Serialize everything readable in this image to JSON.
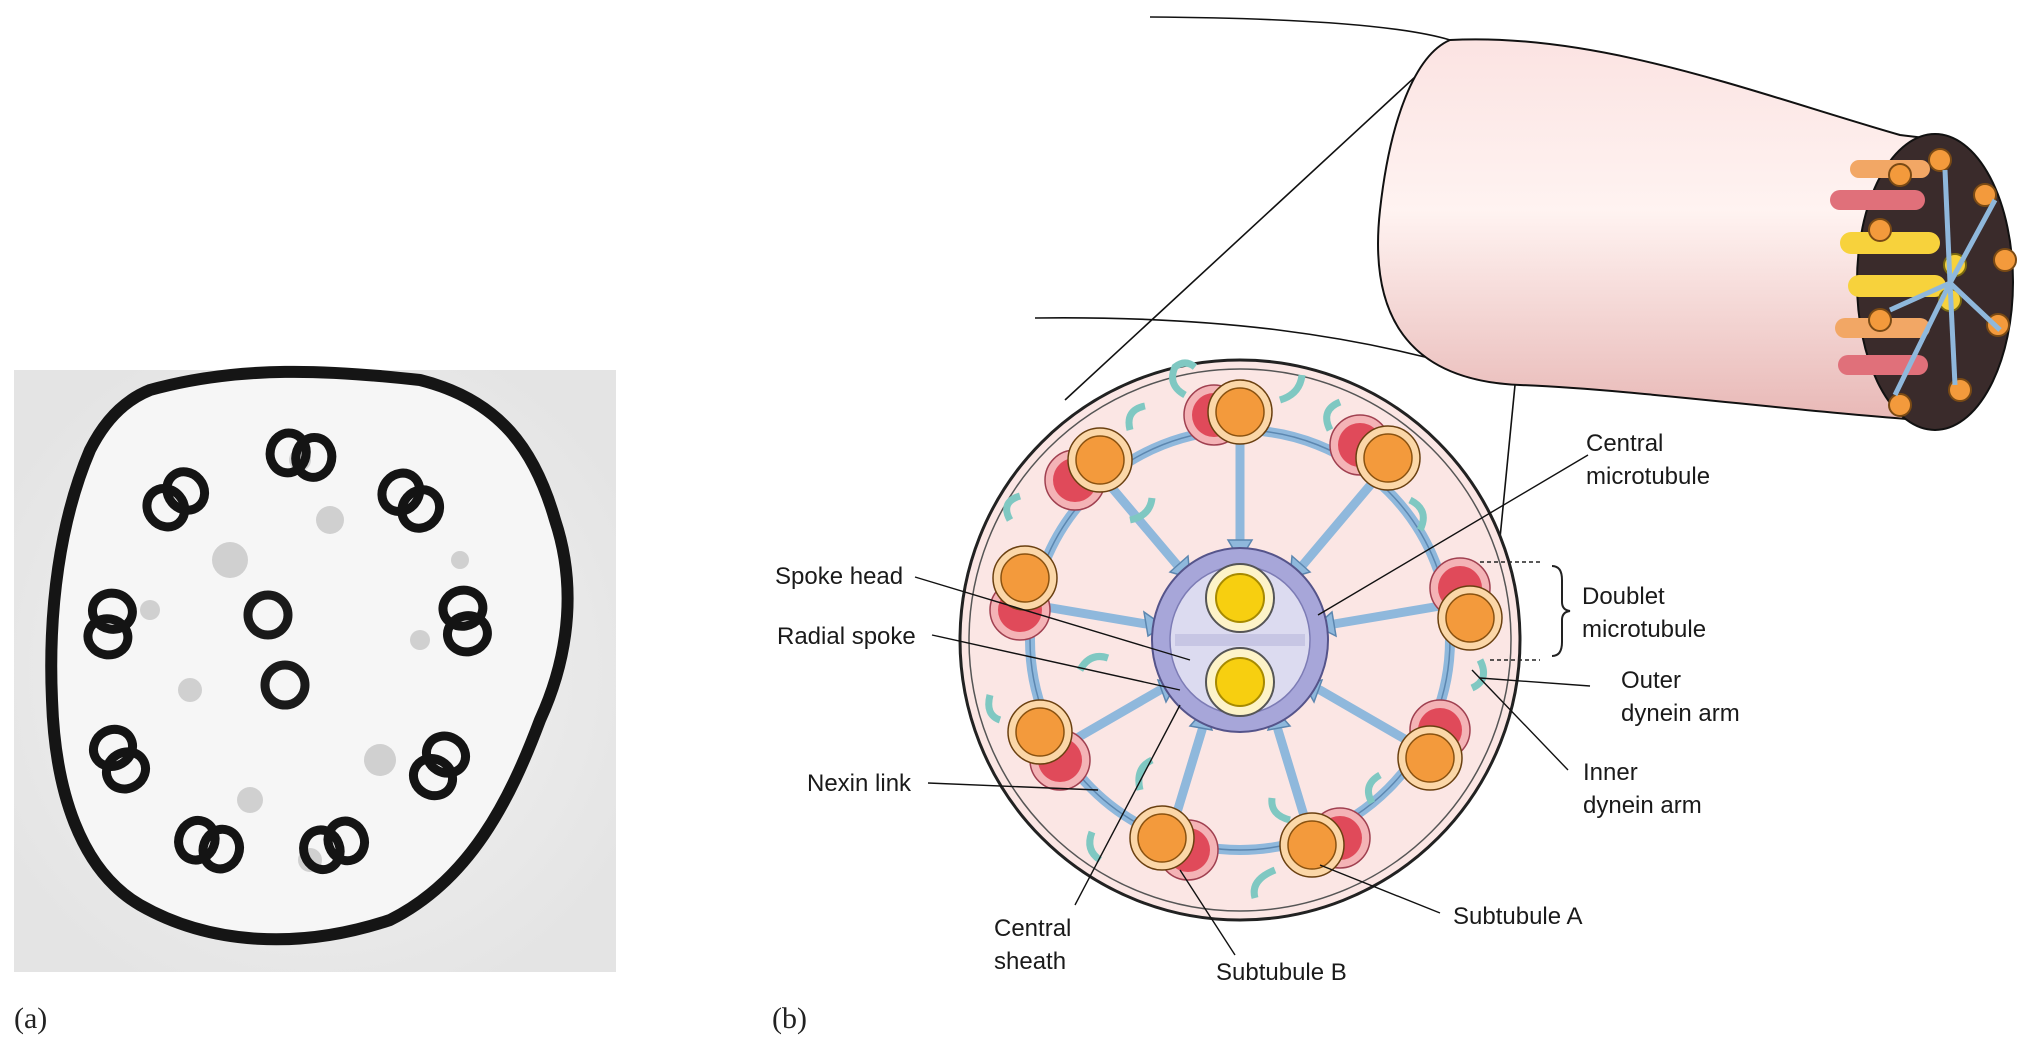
{
  "panels": {
    "a": {
      "label": "(a)"
    },
    "b": {
      "label": "(b)"
    }
  },
  "labels": {
    "central_microtubule": [
      "Central",
      "microtubule"
    ],
    "doublet_microtubule": [
      "Doublet",
      "microtubule"
    ],
    "outer_dynein_arm": [
      "Outer",
      "dynein arm"
    ],
    "inner_dynein_arm": [
      "Inner",
      "dynein arm"
    ],
    "spoke_head": [
      "Spoke head"
    ],
    "radial_spoke": [
      "Radial spoke"
    ],
    "nexin_link": [
      "Nexin link"
    ],
    "central_sheath": [
      "Central",
      "sheath"
    ],
    "subtubule_a": [
      "Subtubule A"
    ],
    "subtubule_b": [
      "Subtubule B"
    ]
  },
  "colors": {
    "membrane_fill": "#fbe6e4",
    "doublet_a": "#f39a3c",
    "doublet_a_ring": "#fbd7a8",
    "doublet_b": "#e04a5a",
    "doublet_b_ring": "#f4b3b6",
    "central_mt": "#f7cf10",
    "central_sheath": "#a7a6d9",
    "spoke": "#8fb8dc",
    "dynein": "#7fc8c2"
  },
  "icons": {
    "panel_a": "electron-micrograph-axoneme",
    "panel_b": "axoneme-cross-section-diagram"
  }
}
